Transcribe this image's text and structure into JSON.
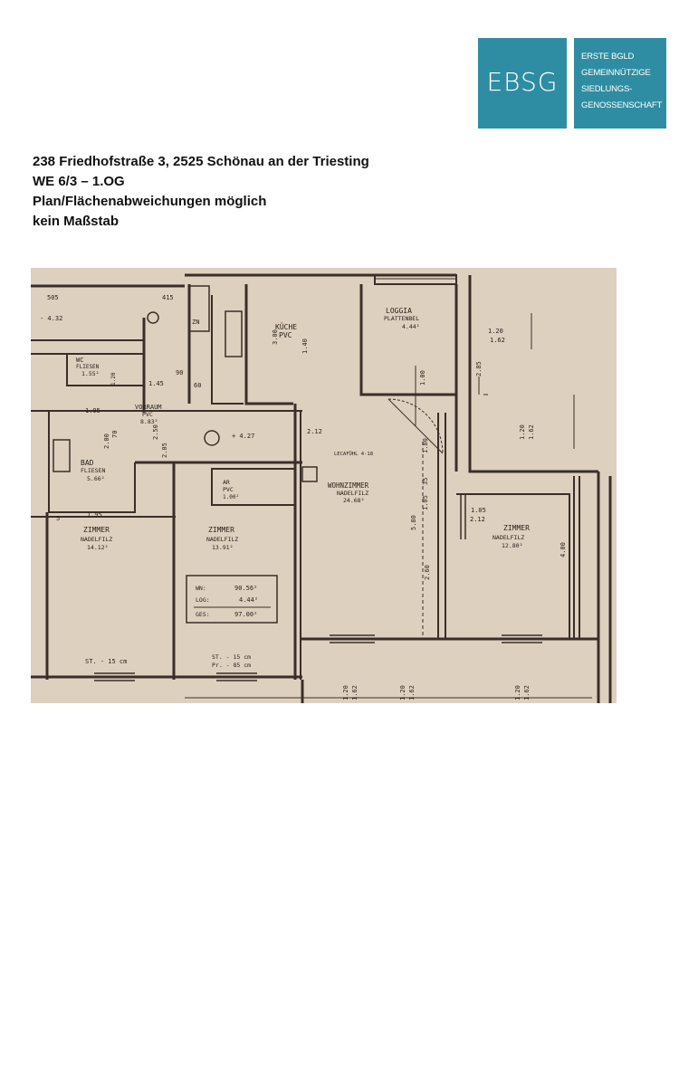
{
  "logo": {
    "abbr": "EBSG",
    "lines": [
      "ERSTE BGLD",
      "GEMEINNÜTZIGE",
      "SIEDLUNGS-",
      "GENOSSENSCHAFT"
    ]
  },
  "header": {
    "address": "238 Friedhofstraße 3, 2525 Schönau an der Triesting",
    "unit": "WE 6/3 – 1.OG",
    "note": "Plan/Flächenabweichungen möglich",
    "scale": "kein Maßstab"
  },
  "plan": {
    "rooms": {
      "kitchen": {
        "name": "KÜCHE",
        "floor": "PVC"
      },
      "loggia": {
        "name": "LOGGIA",
        "floor": "PLATTENBEL",
        "area": "4.44²"
      },
      "bath": {
        "name": "BAD",
        "floor": "FLIESEN",
        "area": "5.66²"
      },
      "wc": {
        "name": "WC",
        "floor": "FLIESEN",
        "area": "1.55²"
      },
      "hall": {
        "name": "VORRAUM",
        "floor": "PVC",
        "area": "8.83²"
      },
      "storage": {
        "name": "AR",
        "floor": "PVC",
        "area": "1.00²"
      },
      "living": {
        "name": "WOHNZIMMER",
        "floor": "NADELFILZ",
        "area": "24.68²"
      },
      "room1": {
        "name": "ZIMMER",
        "floor": "NADELFILZ",
        "area": "14.12²"
      },
      "room2": {
        "name": "ZIMMER",
        "floor": "NADELFILZ",
        "area": "13.91²"
      },
      "room3": {
        "name": "ZIMMER",
        "floor": "NADELFILZ",
        "area": "12.80²"
      }
    },
    "summary": {
      "rows": [
        {
          "label": "WN:",
          "value": "90.56²"
        },
        {
          "label": "LOG:",
          "value": "4.44²"
        },
        {
          "label": "GES:",
          "value": "97.00²"
        }
      ]
    },
    "labels": {
      "st1": "ST. - 15 cm",
      "st2": "ST. - 15 cm",
      "pr": "Pr. - 85 cm",
      "zn": "ZN",
      "d505": "505",
      "d415": "415",
      "d432": "- 4.32",
      "d195a": "1.95",
      "d195b": "1.95",
      "d145": "1.45",
      "d60": "60",
      "d90": "90",
      "d120a": "1.20",
      "d162a": "1.62",
      "d120b": "1.20",
      "d162b": "1.62",
      "d212": "2.12",
      "d212b": "2.12",
      "d105": "1.05",
      "d205": "2.05",
      "d580": "5.80",
      "d260": "2.60",
      "d300": "3.00",
      "d400": "4.00",
      "d180": "1.80",
      "d285": "2.85",
      "d140": "1.40",
      "d105b": "1.05",
      "d35": "35",
      "d100": "1.00",
      "d427": "+ 4.27",
      "d250": "2.50",
      "d70": "70",
      "d200": "2.00",
      "d120c": "1.20",
      "d162c": "1.62",
      "d120d": "1.20",
      "d162d": "1.62",
      "d120e": "1.20",
      "d162e": "1.62",
      "lueftung": "LECAFÜHL 4·18",
      "d5": "5"
    }
  }
}
